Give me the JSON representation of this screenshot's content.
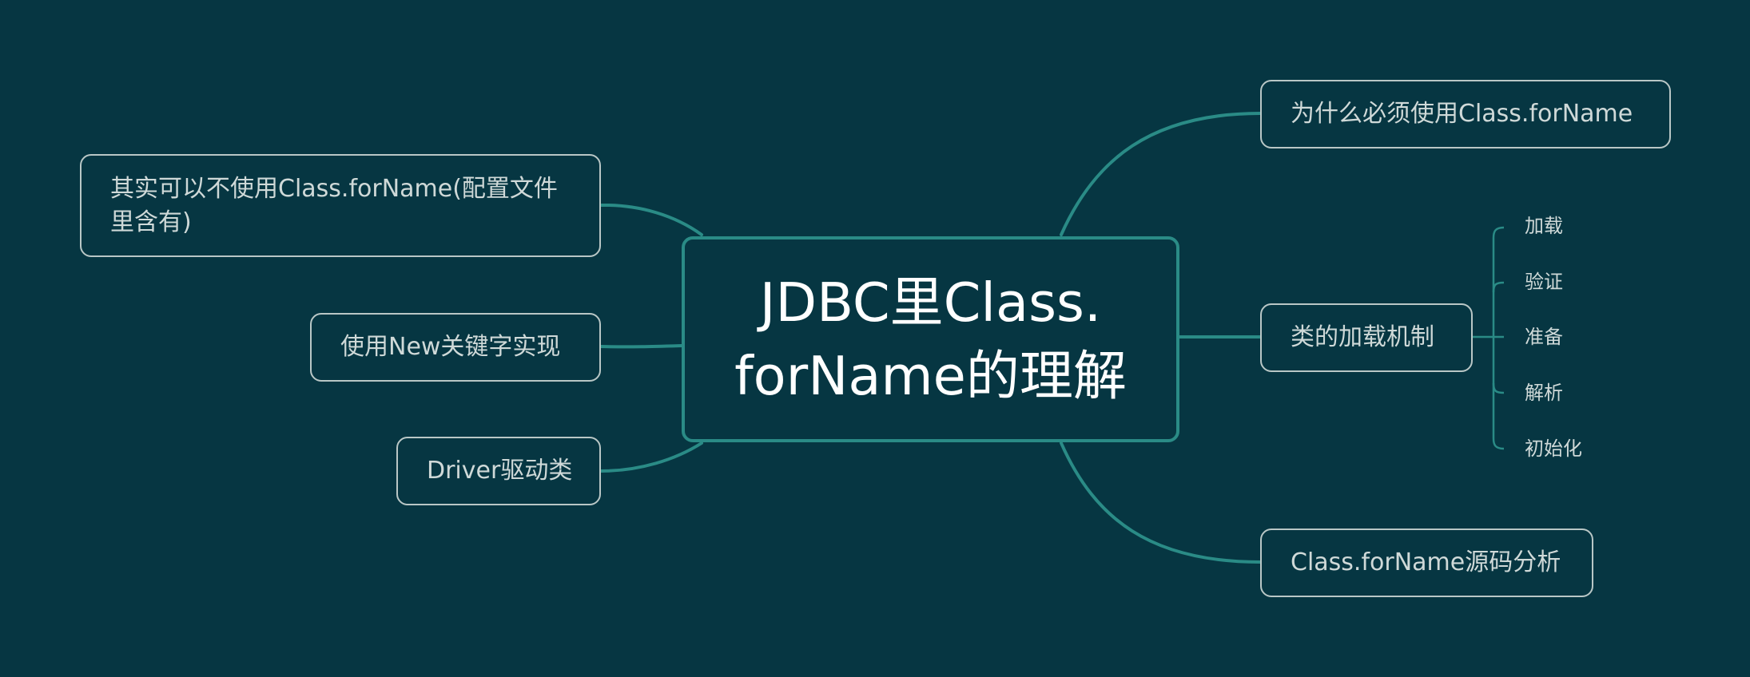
{
  "colors": {
    "background": "#063642",
    "link": "#2a8b86",
    "node_border": "#b9c7c6",
    "text": "#cfd9d8",
    "root_text": "#ffffff"
  },
  "root": {
    "title_line1": "JDBC里Class.",
    "title_line2": "forName的理解"
  },
  "left": [
    {
      "label_line1": "其实可以不使用Class.forName(配置文件",
      "label_line2": "里含有)"
    },
    {
      "label": "使用New关键字实现"
    },
    {
      "label": "Driver驱动类"
    }
  ],
  "right": [
    {
      "label": "为什么必须使用Class.forName"
    },
    {
      "label": "类的加载机制",
      "children": [
        "加载",
        "验证",
        "准备",
        "解析",
        "初始化"
      ]
    },
    {
      "label": "Class.forName源码分析"
    }
  ]
}
